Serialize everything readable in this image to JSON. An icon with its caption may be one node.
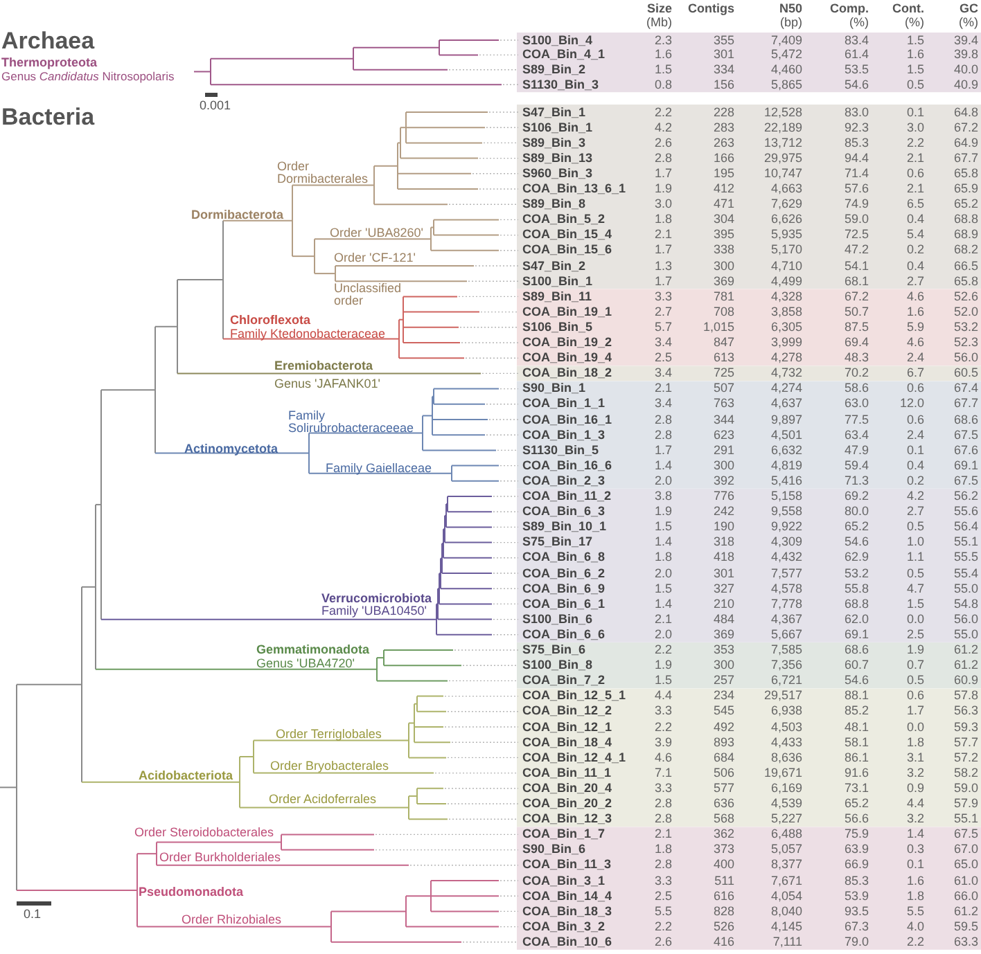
{
  "diagram": {
    "labels": [
      "**Size** (Mb)",
      "**Contigs**",
      "**N50** (bp)",
      "**Comp.** (%)",
      "**Cont.** (%)",
      "**GC** (%)",
      "Archaea",
      "Thermoproteota",
      "Genus *Candidatus* Nitrosopolaris",
      "0.001",
      "Bacteria",
      "Order Dormibacterales",
      "Dormibacterota",
      "Order 'UBA8260'",
      "Order 'CF-121'",
      "Unclassified order",
      "Chloroflexota",
      "Family Ktedonobacteraceae",
      "Eremiobacterota",
      "Genus 'JAFANK01'",
      "Family Solirubrobacteraceeae",
      "Actinomycetota",
      "Family Gaiellaceae",
      "Verrucomicrobiota",
      "Family 'UBA10450'",
      "Gemmatimonadota",
      "Genus 'UBA4720'",
      "Order Terriglobales",
      "Order Bryobacterales",
      "Acidobacteriota",
      "Order Acidoferrales",
      "Order Steroidobacterales",
      "Order Burkholderiales",
      "Pseudomonadota",
      "Order Rhizobiales",
      "0.1",
      "S100_Bin_4",
      "2.3",
      "355",
      "7,409",
      "83.4",
      "1.5",
      "39.4",
      "COA_Bin_4_1",
      "1.6",
      "301",
      "5,472",
      "61.4",
      "1.6",
      "39.8",
      "S89_Bin_2",
      "1.5",
      "334",
      "4,460",
      "53.5",
      "1.5",
      "40.0",
      "S1130_Bin_3",
      "0.8",
      "156",
      "5,865",
      "54.6",
      "0.5",
      "40.9",
      "S47_Bin_1",
      "2.2",
      "228",
      "12,528",
      "83.0",
      "0.1",
      "64.8",
      "S106_Bin_1",
      "4.2",
      "283",
      "22,189",
      "92.3",
      "3.0",
      "67.2",
      "S89_Bin_3",
      "2.6",
      "263",
      "13,712",
      "85.3",
      "2.2",
      "64.9",
      "S89_Bin_13",
      "2.8",
      "166",
      "29,975",
      "94.4",
      "2.1",
      "67.7",
      "S960_Bin_3",
      "1.7",
      "195",
      "10,747",
      "71.4",
      "0.6",
      "65.8",
      "COA_Bin_13_6_1",
      "1.9",
      "412",
      "4,663",
      "57.6",
      "2.1",
      "65.9",
      "S89_Bin_8",
      "3.0",
      "471",
      "7,629",
      "74.9",
      "6.5",
      "65.2",
      "COA_Bin_5_2",
      "1.8",
      "304",
      "6,626",
      "59.0",
      "0.4",
      "68.8",
      "COA_Bin_15_4",
      "2.1",
      "395",
      "5,935",
      "72.5",
      "5.4",
      "68.9",
      "COA_Bin_15_6",
      "1.7",
      "338",
      "5,170",
      "47.2",
      "0.2",
      "68.2",
      "S47_Bin_2",
      "1.3",
      "300",
      "4,710",
      "54.1",
      "0.4",
      "66.5",
      "S100_Bin_1",
      "1.7",
      "369",
      "4,499",
      "68.1",
      "2.7",
      "65.8",
      "S89_Bin_11",
      "3.3",
      "781",
      "4,328",
      "67.2",
      "4.6",
      "52.6",
      "COA_Bin_19_1",
      "2.7",
      "708",
      "3,858",
      "50.7",
      "1.6",
      "52.0",
      "S106_Bin_5",
      "5.7",
      "1,015",
      "6,305",
      "87.5",
      "5.9",
      "53.2",
      "COA_Bin_19_2",
      "3.4",
      "847",
      "3,999",
      "69.4",
      "4.6",
      "52.3",
      "COA_Bin_19_4",
      "2.5",
      "613",
      "4,278",
      "48.3",
      "2.4",
      "56.0",
      "COA_Bin_18_2",
      "3.4",
      "725",
      "4,732",
      "70.2",
      "6.7",
      "60.5",
      "S90_Bin_1",
      "2.1",
      "507",
      "4,274",
      "58.6",
      "0.6",
      "67.4",
      "COA_Bin_1_1",
      "3.4",
      "763",
      "4,637",
      "63.0",
      "12.0",
      "67.7",
      "COA_Bin_16_1",
      "2.8",
      "344",
      "9,897",
      "77.5",
      "0.6",
      "68.6",
      "COA_Bin_1_3",
      "2.8",
      "623",
      "4,501",
      "63.4",
      "2.4",
      "67.5",
      "S1130_Bin_5",
      "1.7",
      "291",
      "6,632",
      "47.9",
      "0.1",
      "67.6",
      "COA_Bin_16_6",
      "1.4",
      "300",
      "4,819",
      "59.4",
      "0.4",
      "69.1",
      "COA_Bin_2_3",
      "2.0",
      "392",
      "5,416",
      "71.3",
      "0.2",
      "67.5",
      "COA_Bin_11_2",
      "3.8",
      "776",
      "5,158",
      "69.2",
      "4.2",
      "56.2",
      "COA_Bin_6_3",
      "1.9",
      "242",
      "9,558",
      "80.0",
      "2.7",
      "55.6",
      "S89_Bin_10_1",
      "1.5",
      "190",
      "9,922",
      "65.2",
      "0.5",
      "56.4",
      "S75_Bin_17",
      "1.4",
      "318",
      "4,309",
      "54.6",
      "1.0",
      "55.1",
      "COA_Bin_6_8",
      "1.8",
      "418",
      "4,432",
      "62.9",
      "1.1",
      "55.5",
      "COA_Bin_6_2",
      "2.0",
      "301",
      "7,577",
      "53.2",
      "0.5",
      "55.4",
      "COA_Bin_6_9",
      "1.5",
      "327",
      "4,578",
      "55.8",
      "4.7",
      "55.0",
      "COA_Bin_6_1",
      "1.4",
      "210",
      "7,778",
      "68.8",
      "1.5",
      "54.8",
      "S100_Bin_6",
      "2.1",
      "484",
      "4,367",
      "62.0",
      "0.0",
      "56.0",
      "COA_Bin_6_6",
      "2.0",
      "369",
      "5,667",
      "69.1",
      "2.5",
      "55.0",
      "S75_Bin_6",
      "2.2",
      "353",
      "7,585",
      "68.6",
      "1.9",
      "61.2",
      "S100_Bin_8",
      "1.9",
      "300",
      "7,356",
      "60.7",
      "0.7",
      "61.2",
      "COA_Bin_7_2",
      "1.5",
      "257",
      "6,721",
      "54.6",
      "0.5",
      "60.9",
      "COA_Bin_12_5_1",
      "4.4",
      "234",
      "29,517",
      "88.1",
      "0.6",
      "57.8",
      "COA_Bin_12_2",
      "3.3",
      "545",
      "6,938",
      "85.2",
      "1.7",
      "56.3",
      "COA_Bin_12_1",
      "2.2",
      "492",
      "4,503",
      "48.1",
      "0.0",
      "59.3",
      "COA_Bin_18_4",
      "3.9",
      "893",
      "4,433",
      "58.1",
      "1.8",
      "57.7",
      "COA_Bin_12_4_1",
      "4.6",
      "684",
      "8,636",
      "86.1",
      "3.1",
      "57.2",
      "COA_Bin_11_1",
      "7.1",
      "506",
      "19,671",
      "91.6",
      "3.2",
      "58.2",
      "COA_Bin_20_4",
      "3.3",
      "577",
      "6,169",
      "73.1",
      "0.9",
      "59.0",
      "COA_Bin_20_2",
      "2.8",
      "636",
      "4,539",
      "65.2",
      "4.4",
      "57.9",
      "COA_Bin_12_3",
      "2.8",
      "568",
      "5,227",
      "56.6",
      "3.2",
      "55.1",
      "COA_Bin_1_7",
      "2.1",
      "362",
      "6,488",
      "75.9",
      "1.4",
      "67.5",
      "S90_Bin_6",
      "1.8",
      "373",
      "5,057",
      "63.9",
      "0.3",
      "67.0",
      "COA_Bin_11_3",
      "2.8",
      "400",
      "8,377",
      "66.9",
      "0.1",
      "65.0",
      "COA_Bin_3_1",
      "3.3",
      "511",
      "7,671",
      "85.3",
      "1.6",
      "61.0",
      "COA_Bin_14_4",
      "2.5",
      "616",
      "4,054",
      "53.9",
      "1.8",
      "66.0",
      "COA_Bin_18_3",
      "5.5",
      "828",
      "8,040",
      "93.5",
      "5.5",
      "61.2",
      "COA_Bin_3_2",
      "2.2",
      "526",
      "4,145",
      "67.3",
      "4.0",
      "59.5",
      "COA_Bin_10_6",
      "2.6",
      "416",
      "7,111",
      "79.0",
      "2.2",
      "63.3"
    ]
  }
}
